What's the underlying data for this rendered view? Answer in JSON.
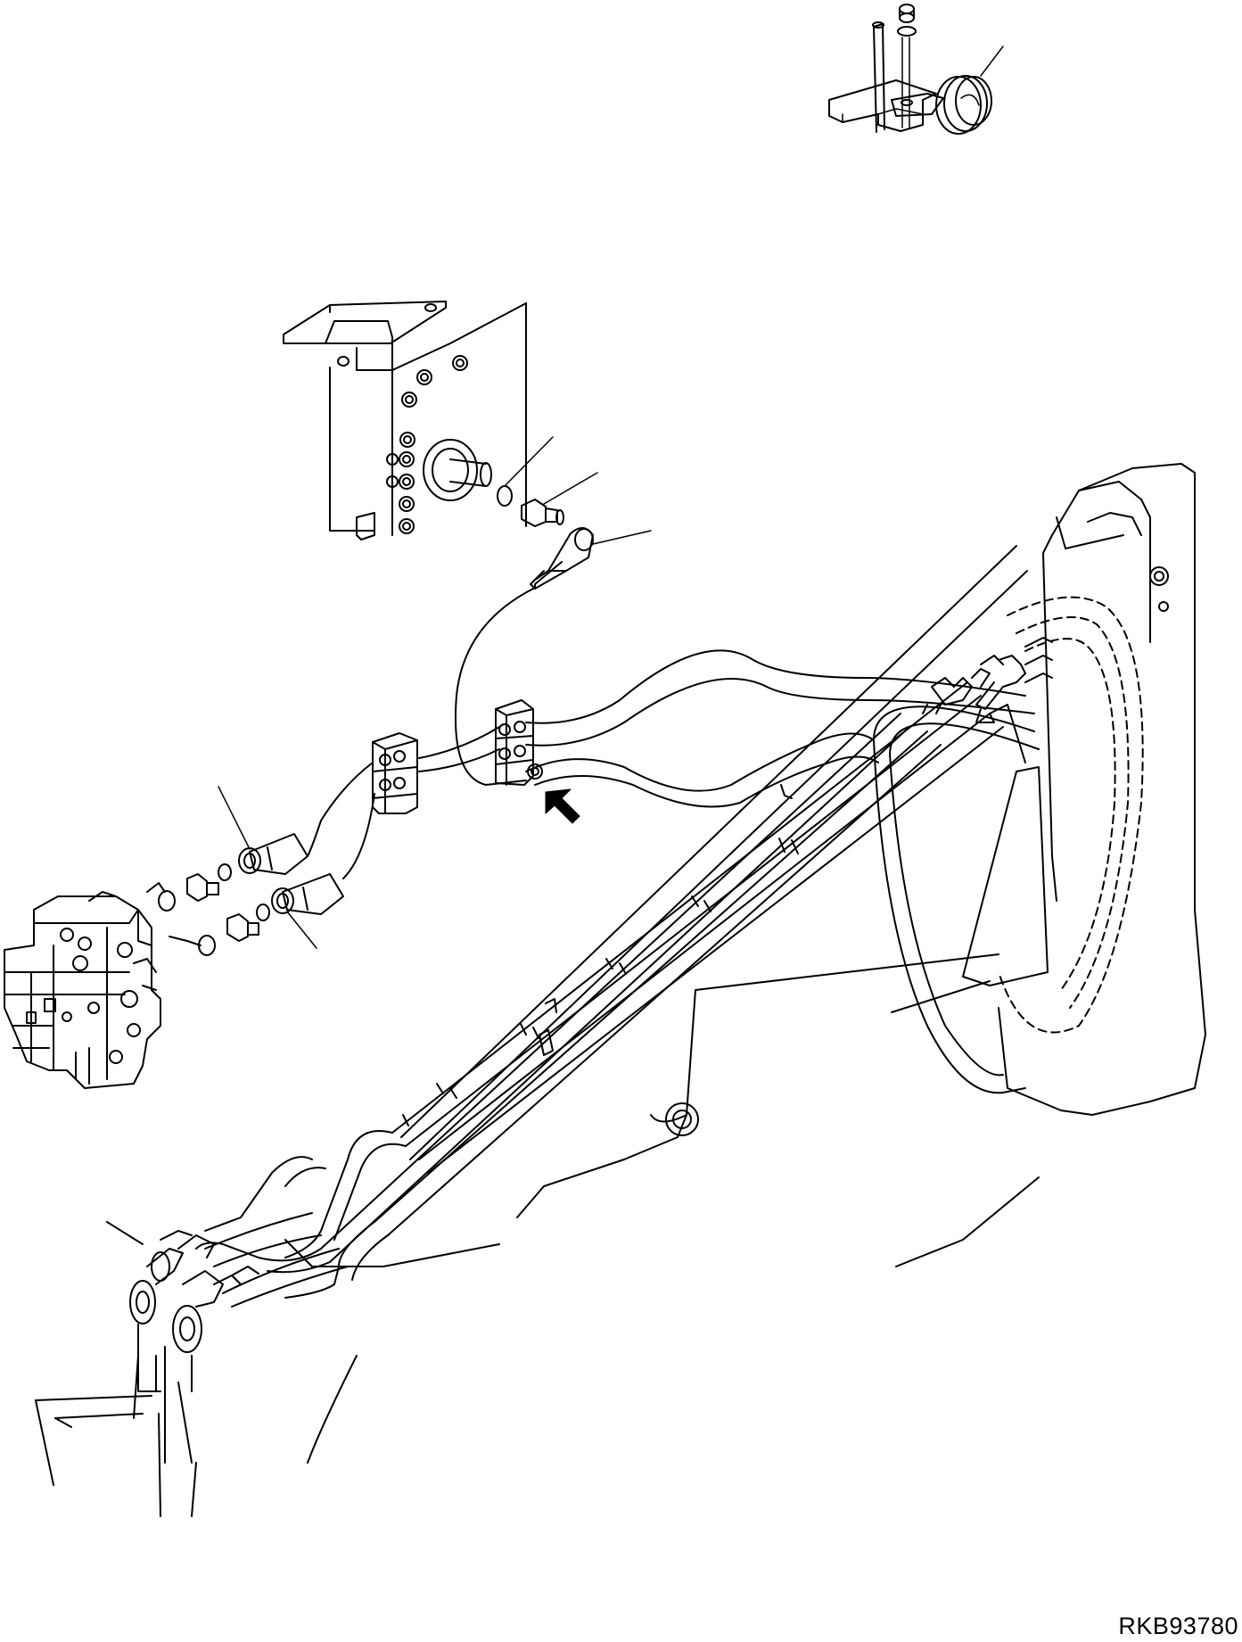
{
  "drawing": {
    "reference_code": "RKB93780",
    "line_color": "#000000",
    "background_color": "#ffffff"
  },
  "callouts": [
    {
      "id": "clamp-callout"
    },
    {
      "id": "o-ring-callout"
    },
    {
      "id": "adapter-callout"
    },
    {
      "id": "elbow-hose-end-callout"
    },
    {
      "id": "upper-hose-end-callout"
    },
    {
      "id": "lower-hose-end-callout"
    }
  ]
}
